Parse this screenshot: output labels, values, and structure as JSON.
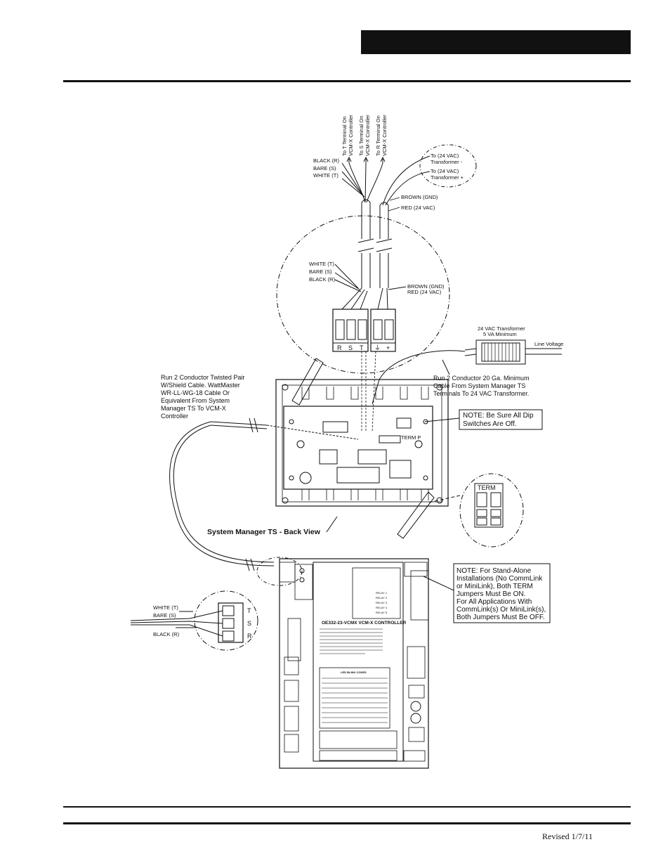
{
  "footer": {
    "revised": "Revised 1/7/11"
  },
  "diagram": {
    "top_vertical_labels": [
      [
        "To T Terminal On",
        "VCM-X Controller"
      ],
      [
        "To S Terminal On",
        "VCM-X Controller"
      ],
      [
        "To R Terminal On",
        "VCM-X Controller"
      ]
    ],
    "top_wire_labels": [
      "BLACK (R)",
      "BARE (S)",
      "WHITE (T)"
    ],
    "transformer_labels": [
      "To (24 VAC)",
      "Transformer -",
      "To (24 VAC)",
      "Transformer +"
    ],
    "power_wire_labels": [
      "BROWN (GND)",
      "RED (24 VAC)"
    ],
    "detail_wire_labels": [
      "WHITE (T)",
      "BARE (S)",
      "BLACK (R)"
    ],
    "detail_power_labels": [
      "BROWN (GND)",
      "RED (24 VAC)"
    ],
    "terminal_letters": [
      "R",
      "S",
      "T",
      "⏚",
      "+"
    ],
    "transformer_title": [
      "24 VAC Transformer",
      "5 VA Minimum"
    ],
    "line_voltage": "Line Voltage",
    "left_cable_note": [
      "Run 2 Conductor Twisted Pair",
      "W/Shield Cable. WattMaster",
      "WR-LL-WG-18 Cable Or",
      "Equivalent From System",
      "Manager TS To VCM-X",
      "Controller"
    ],
    "right_cable_note": [
      "Run 2 Conductor 20 Ga. Minimum",
      "Cable From  System Manager TS",
      "Terminals To 24 VAC Transformer."
    ],
    "dip_note": [
      "NOTE:  Be Sure All Dip",
      "Switches Are Off."
    ],
    "term_label": "TERM",
    "sm_back_view": "System Manager TS - Back View",
    "standalone_note": [
      "NOTE:  For Stand-Alone",
      "Installations (No CommLink",
      "or MiniLink), Both TERM",
      "Jumpers Must Be ON.",
      "For All Applications With",
      "CommLink(s) Or MiniLink(s),",
      "Both Jumpers Must Be OFF."
    ],
    "vcm_wire_labels": [
      "WHITE (T)",
      "BARE (S)",
      "BLACK (R)"
    ],
    "vcm_terminal_letters": [
      "T",
      "S",
      "R"
    ],
    "vcm_title": "OE332-23-VCMX VCM-X CONTROLLER",
    "led_table_title": "LED BLINK CODES",
    "terminal_panel_tag": "TERM P",
    "relay_labels": [
      "RELAY 1",
      "RELAY 2",
      "RELAY 3",
      "RELAY 4",
      "RELAY 5"
    ]
  }
}
